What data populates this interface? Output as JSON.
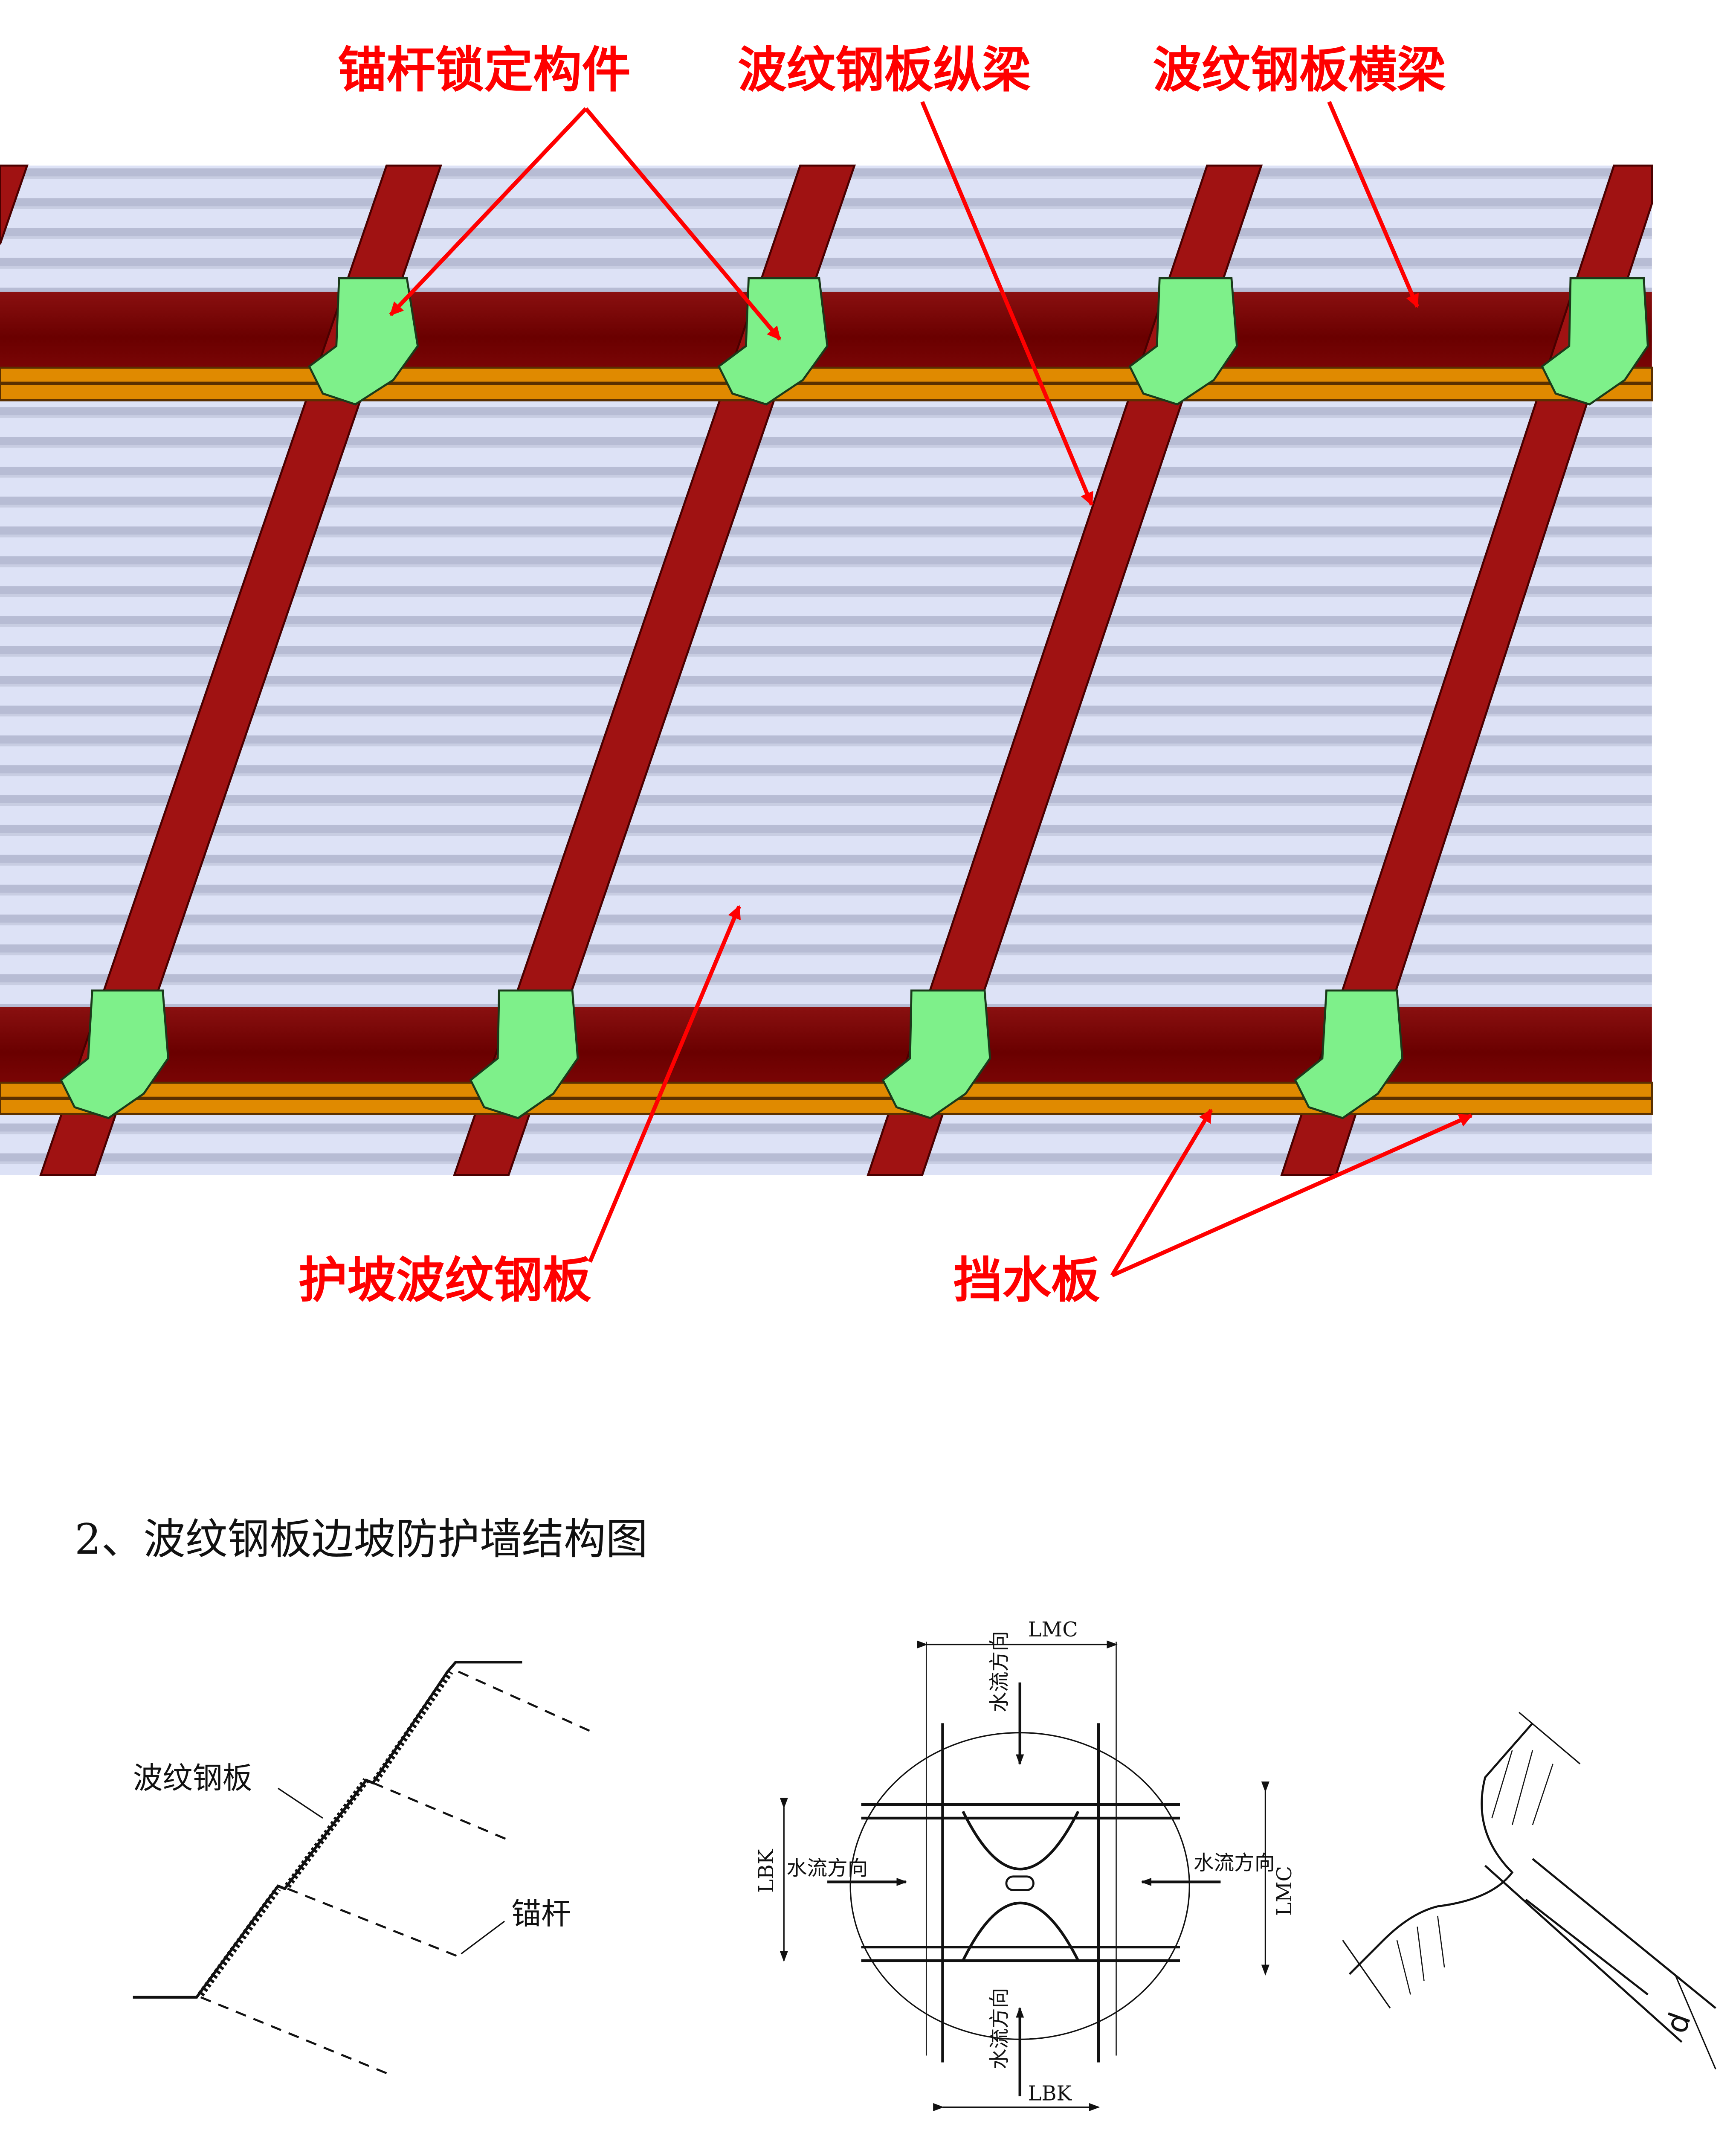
{
  "labels": {
    "anchor_lock": "锚杆锁定构件",
    "longitudinal_beam": "波纹钢板纵梁",
    "transverse_beam": "波纹钢板横梁",
    "slope_plate": "护坡波纹钢板",
    "water_board": "挡水板"
  },
  "section_title": "2、波纹钢板边坡防护墙结构图",
  "profile": {
    "plate": "波纹钢板",
    "anchor": "锚杆"
  },
  "plan": {
    "flow_top": "水流方向",
    "flow_bottom": "水流方向",
    "flow_left": "水流方向",
    "flow_right": "水流方向",
    "dim_top": "LMC",
    "dim_bottom": "LBK",
    "dim_left": "LBK",
    "dim_right": "LMC"
  },
  "detail": {
    "dim": "d"
  },
  "colors": {
    "label": "#ff0000",
    "beam": "#8b0a0a",
    "board": "#e08a00",
    "clamp": "#7ef08a",
    "plate": "#d6dcf2"
  }
}
